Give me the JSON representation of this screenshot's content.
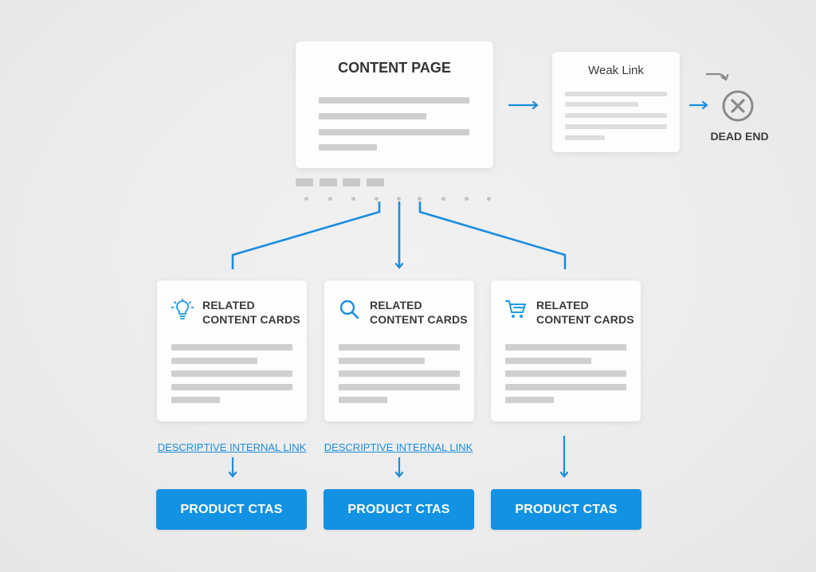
{
  "content_page": {
    "title": "CONTENT PAGE"
  },
  "weak_link": {
    "title": "Weak Link"
  },
  "dead_end": {
    "label": "DEAD END",
    "icon": "x-circle-icon"
  },
  "related_cards": [
    {
      "icon": "lightbulb-icon",
      "line1": "RELATED",
      "line2": "CONTENT CARDS"
    },
    {
      "icon": "search-icon",
      "line1": "RELATED",
      "line2": "CONTENT CARDS"
    },
    {
      "icon": "shopping-cart-icon",
      "line1": "RELATED",
      "line2": "CONTENT CARDS"
    }
  ],
  "links": [
    {
      "label": "DESCRIPTIVE INTERNAL LINK"
    },
    {
      "label": "DESCRIPTIVE INTERNAL LINK"
    }
  ],
  "ctas": [
    {
      "label": "PRODUCT CTAS"
    },
    {
      "label": "PRODUCT CTAS"
    },
    {
      "label": "PRODUCT CTAS"
    }
  ],
  "colors": {
    "accent_blue": "#1392e3",
    "arrow_blue": "#1a8de0",
    "dead_end_gray": "#8a8a8a",
    "placeholder_bar": "#cfcfcf",
    "background": "#ececec"
  }
}
